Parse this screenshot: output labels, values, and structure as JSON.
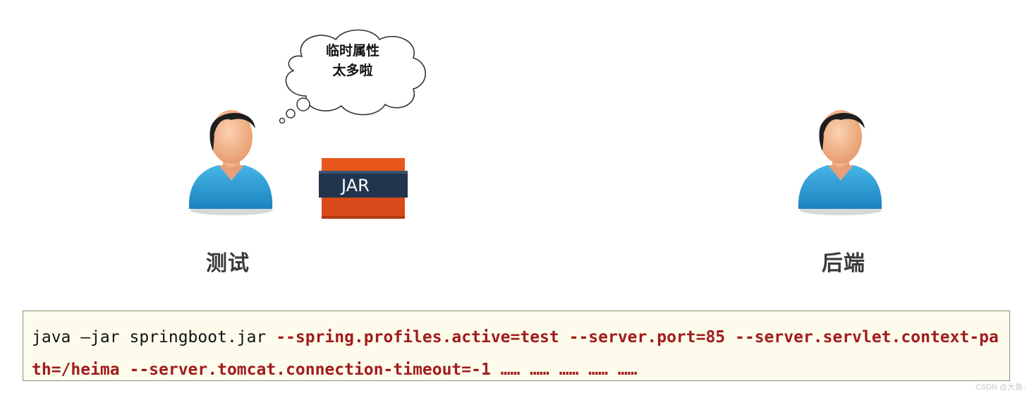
{
  "thought_bubble": {
    "line1": "临时属性",
    "line2": "太多啦"
  },
  "roles": {
    "tester": "测试",
    "backend": "后端"
  },
  "jar_label": "JAR",
  "command": {
    "prefix": "java –jar springboot.jar ",
    "args": "--spring.profiles.active=test --server.port=85 --server.servlet.context-path=/heima --server.tomcat.connection-timeout=-1 …… …… …… …… ……"
  },
  "watermark": "CSDN @大鱼-",
  "colors": {
    "shirt": "#2ba0d6",
    "skin": "#f4b38a",
    "hair": "#1e1e1e",
    "jar_orange": "#e8581c",
    "jar_band": "#22354f",
    "arg_red": "#a11c1c"
  }
}
